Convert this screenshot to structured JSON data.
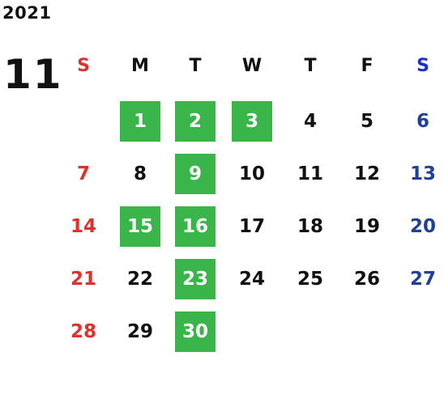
{
  "calendar": {
    "year": "2021",
    "month": "11",
    "weekdays": [
      {
        "label": "S"
      },
      {
        "label": "M"
      },
      {
        "label": "T"
      },
      {
        "label": "W"
      },
      {
        "label": "T"
      },
      {
        "label": "F"
      },
      {
        "label": "S"
      }
    ],
    "weeks": [
      [
        {
          "day": "",
          "highlighted": false
        },
        {
          "day": "1",
          "highlighted": true
        },
        {
          "day": "2",
          "highlighted": true
        },
        {
          "day": "3",
          "highlighted": true
        },
        {
          "day": "4",
          "highlighted": false
        },
        {
          "day": "5",
          "highlighted": false
        },
        {
          "day": "6",
          "highlighted": false
        }
      ],
      [
        {
          "day": "7",
          "highlighted": false
        },
        {
          "day": "8",
          "highlighted": false
        },
        {
          "day": "9",
          "highlighted": true
        },
        {
          "day": "10",
          "highlighted": false
        },
        {
          "day": "11",
          "highlighted": false
        },
        {
          "day": "12",
          "highlighted": false
        },
        {
          "day": "13",
          "highlighted": false
        }
      ],
      [
        {
          "day": "14",
          "highlighted": false
        },
        {
          "day": "15",
          "highlighted": true
        },
        {
          "day": "16",
          "highlighted": true
        },
        {
          "day": "17",
          "highlighted": false
        },
        {
          "day": "18",
          "highlighted": false
        },
        {
          "day": "19",
          "highlighted": false
        },
        {
          "day": "20",
          "highlighted": false
        }
      ],
      [
        {
          "day": "21",
          "highlighted": false
        },
        {
          "day": "22",
          "highlighted": false
        },
        {
          "day": "23",
          "highlighted": true
        },
        {
          "day": "24",
          "highlighted": false
        },
        {
          "day": "25",
          "highlighted": false
        },
        {
          "day": "26",
          "highlighted": false
        },
        {
          "day": "27",
          "highlighted": false
        }
      ],
      [
        {
          "day": "28",
          "highlighted": false
        },
        {
          "day": "29",
          "highlighted": false
        },
        {
          "day": "30",
          "highlighted": true
        },
        {
          "day": "",
          "highlighted": false
        },
        {
          "day": "",
          "highlighted": false
        },
        {
          "day": "",
          "highlighted": false
        },
        {
          "day": "",
          "highlighted": false
        }
      ]
    ]
  },
  "colors": {
    "highlight": "#3ab54a",
    "sunday": "#e0302a",
    "saturday": "#1f3f9a",
    "saturday_header": "#1a2fd6",
    "text": "#111111"
  }
}
